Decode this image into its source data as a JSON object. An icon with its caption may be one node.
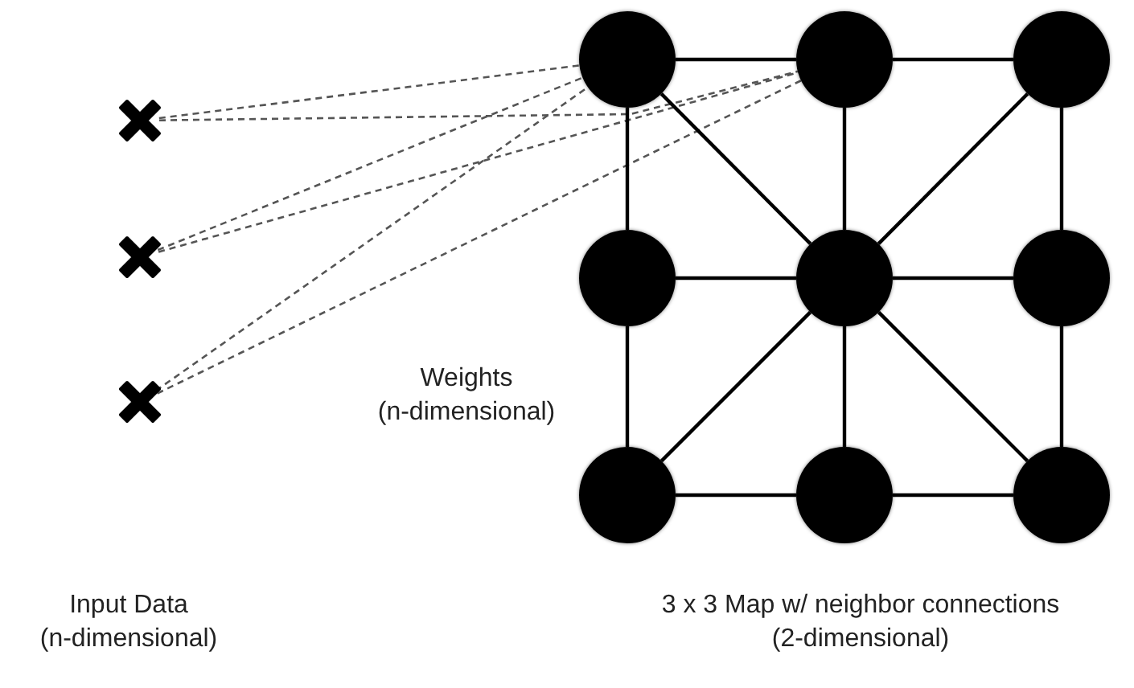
{
  "diagram": {
    "nodes": [
      {
        "text": [],
        "shape": "cross"
      },
      {
        "text": [],
        "shape": "cross"
      },
      {
        "text": [],
        "shape": "cross"
      },
      {
        "text": [],
        "shape": "circle"
      },
      {
        "text": [],
        "shape": "circle"
      },
      {
        "text": [],
        "shape": "circle"
      },
      {
        "text": [],
        "shape": "circle"
      },
      {
        "text": [],
        "shape": "circle"
      },
      {
        "text": [],
        "shape": "circle"
      },
      {
        "text": [],
        "shape": "circle"
      },
      {
        "text": [],
        "shape": "circle"
      },
      {
        "text": [],
        "shape": "circle"
      }
    ],
    "edges": [
      {
        "from": 0,
        "to": 3,
        "arrow": "none",
        "style": "dashed"
      },
      {
        "from": 0,
        "to": 4,
        "arrow": "none",
        "style": "dashed"
      },
      {
        "from": 1,
        "to": 3,
        "arrow": "none",
        "style": "dashed"
      },
      {
        "from": 1,
        "to": 4,
        "arrow": "none",
        "style": "dashed"
      },
      {
        "from": 2,
        "to": 3,
        "arrow": "none",
        "style": "dashed"
      },
      {
        "from": 2,
        "to": 4,
        "arrow": "none",
        "style": "dashed"
      },
      {
        "from": 3,
        "to": 4,
        "arrow": "none"
      },
      {
        "from": 4,
        "to": 5,
        "arrow": "none"
      },
      {
        "from": 6,
        "to": 7,
        "arrow": "none"
      },
      {
        "from": 7,
        "to": 8,
        "arrow": "none"
      },
      {
        "from": 9,
        "to": 10,
        "arrow": "none"
      },
      {
        "from": 10,
        "to": 11,
        "arrow": "none"
      },
      {
        "from": 3,
        "to": 6,
        "arrow": "none"
      },
      {
        "from": 6,
        "to": 9,
        "arrow": "none"
      },
      {
        "from": 4,
        "to": 7,
        "arrow": "none"
      },
      {
        "from": 7,
        "to": 10,
        "arrow": "none"
      },
      {
        "from": 5,
        "to": 8,
        "arrow": "none"
      },
      {
        "from": 8,
        "to": 11,
        "arrow": "none"
      },
      {
        "from": 3,
        "to": 7,
        "arrow": "none"
      },
      {
        "from": 7,
        "to": 5,
        "arrow": "none"
      },
      {
        "from": 7,
        "to": 9,
        "arrow": "none"
      },
      {
        "from": 7,
        "to": 11,
        "arrow": "none"
      }
    ],
    "labels": [
      "Weights (n-dimensional)",
      "Input Data (n-dimensional)",
      "3 x 3 Map w/ neighbor connections (2-dimensional)"
    ]
  }
}
